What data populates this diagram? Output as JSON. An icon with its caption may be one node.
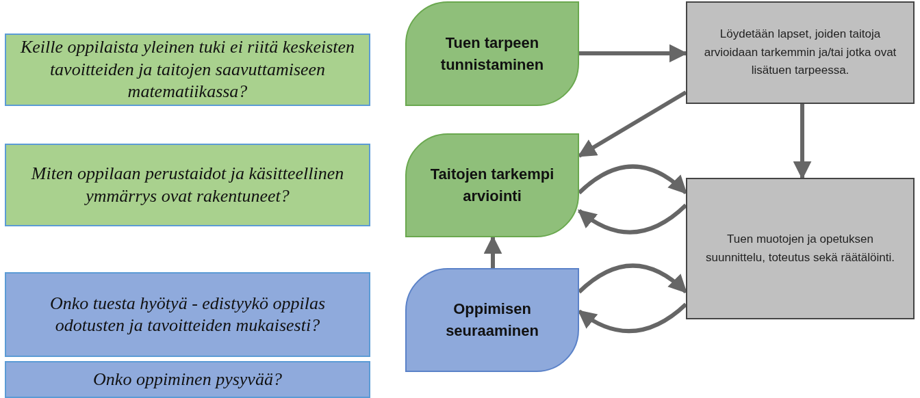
{
  "diagram": {
    "nodes": [
      {
        "text": [
          "Keille oppilaista yleinen tuki ei riitä keskeisten tavoitteiden ja taitojen saavuttamiseen matematiikassa?"
        ]
      },
      {
        "text": [
          "Miten oppilaan perustaidot ja käsitteellinen ymmärrys ovat rakentuneet?"
        ]
      },
      {
        "text": [
          "Onko tuesta hyötyä - edistyykö oppilas odotusten ja tavoitteiden mukaisesti?"
        ]
      },
      {
        "text": [
          "Onko oppiminen pysyvää?"
        ]
      },
      {
        "text": [
          "Tuen tarpeen tunnistaminen"
        ]
      },
      {
        "text": [
          "Löydetään lapset, joiden taitoja arvioidaan tarkemmin ja/tai jotka ovat lisätuen tarpeessa."
        ]
      },
      {
        "text": [
          "Taitojen tarkempi arviointi"
        ]
      },
      {
        "text": [
          "Tuen muotojen ja opetuksen suunnittelu, toteutus sekä räätälöinti."
        ]
      },
      {
        "text": [
          "Oppimisen seuraaminen"
        ]
      }
    ],
    "edges": [
      {
        "from": 4,
        "to": 5,
        "arrow": "to"
      },
      {
        "from": 5,
        "to": 6,
        "arrow": "to"
      },
      {
        "from": 5,
        "to": 7,
        "arrow": "to"
      },
      {
        "from": 6,
        "to": 7,
        "arrow": "to"
      },
      {
        "from": 7,
        "to": 6,
        "arrow": "to"
      },
      {
        "from": 8,
        "to": 6,
        "arrow": "to"
      },
      {
        "from": 8,
        "to": 7,
        "arrow": "to"
      },
      {
        "from": 7,
        "to": 8,
        "arrow": "to"
      }
    ]
  }
}
